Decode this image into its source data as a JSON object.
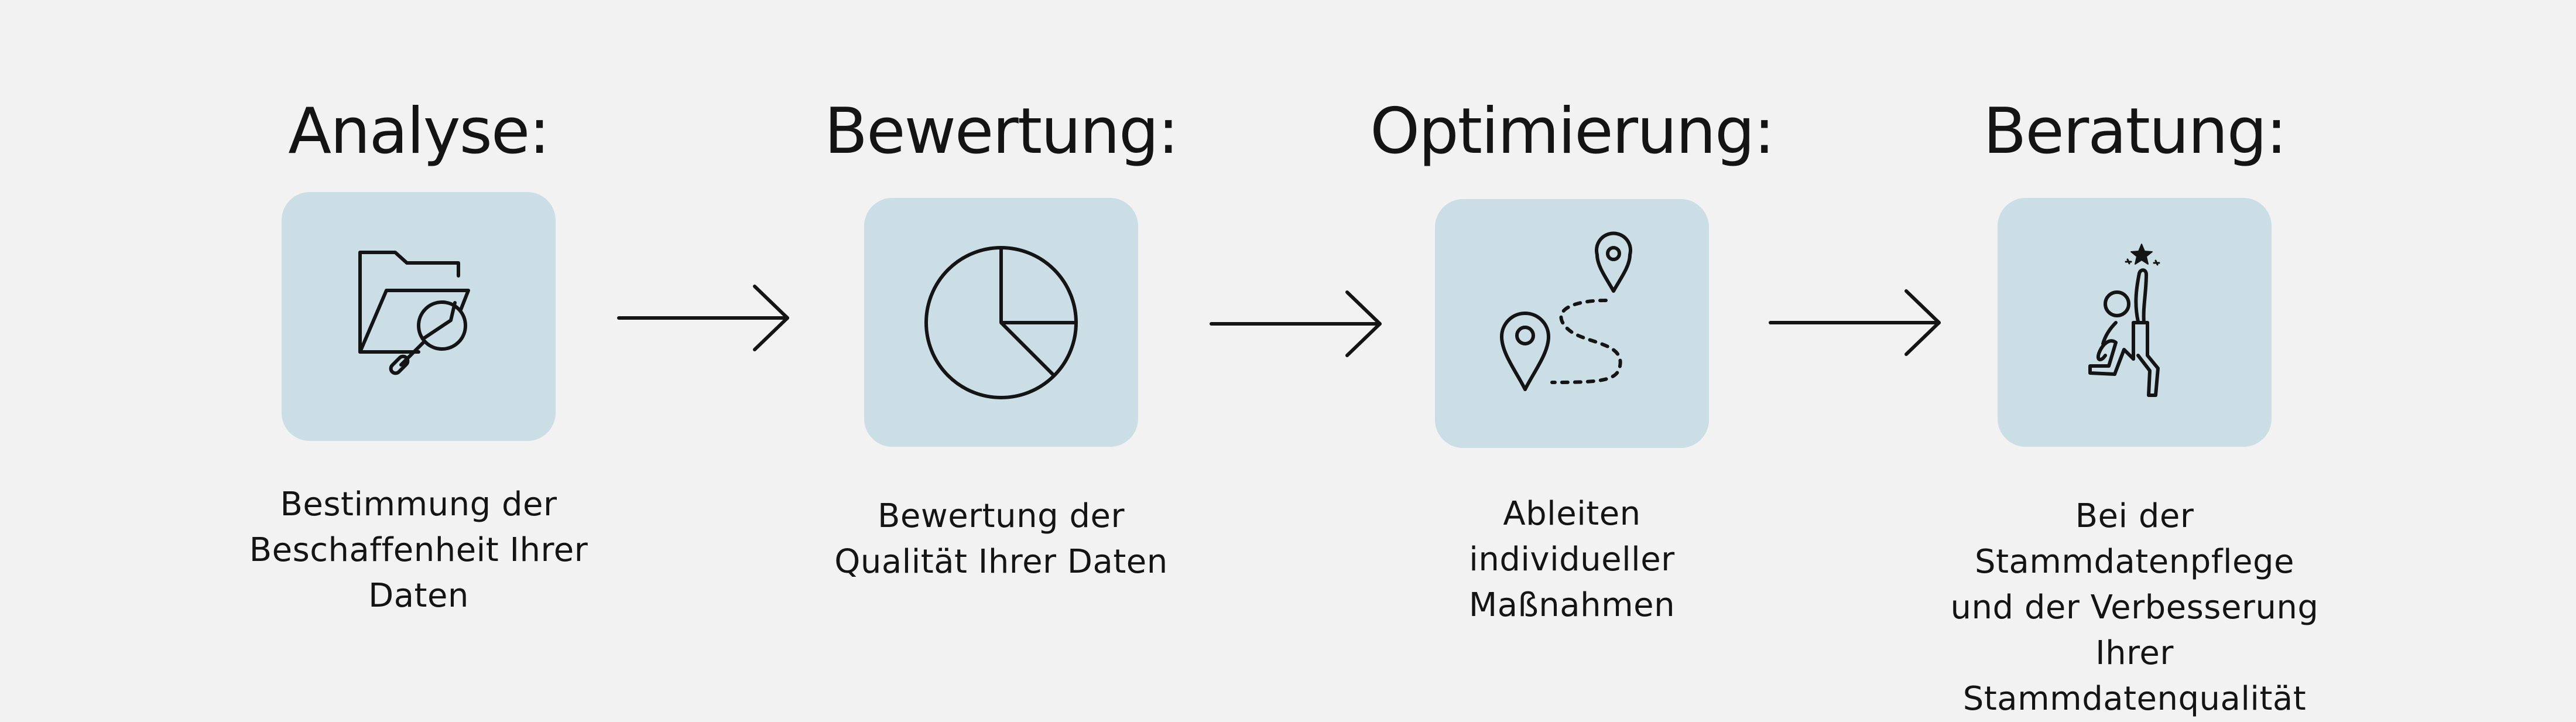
{
  "steps": [
    {
      "title": "Analyse:",
      "icon": "folder-search-icon",
      "description": "Bestimmung der\nBeschaffenheit Ihrer\nDaten"
    },
    {
      "title": "Bewertung:",
      "icon": "pie-chart-icon",
      "description": "Bewertung der\nQualität Ihrer Daten"
    },
    {
      "title": "Optimierung:",
      "icon": "route-pins-icon",
      "description": "Ableiten\nindividueller\nMaßnahmen"
    },
    {
      "title": "Beratung:",
      "icon": "reaching-star-person-icon",
      "description": "Bei der Stammdatenpflege\nund der Verbesserung\nIhrer Stammdatenqualität"
    }
  ],
  "colors": {
    "background": "#f2f2f2",
    "tile": "#cbdde5",
    "ink": "#141414"
  }
}
